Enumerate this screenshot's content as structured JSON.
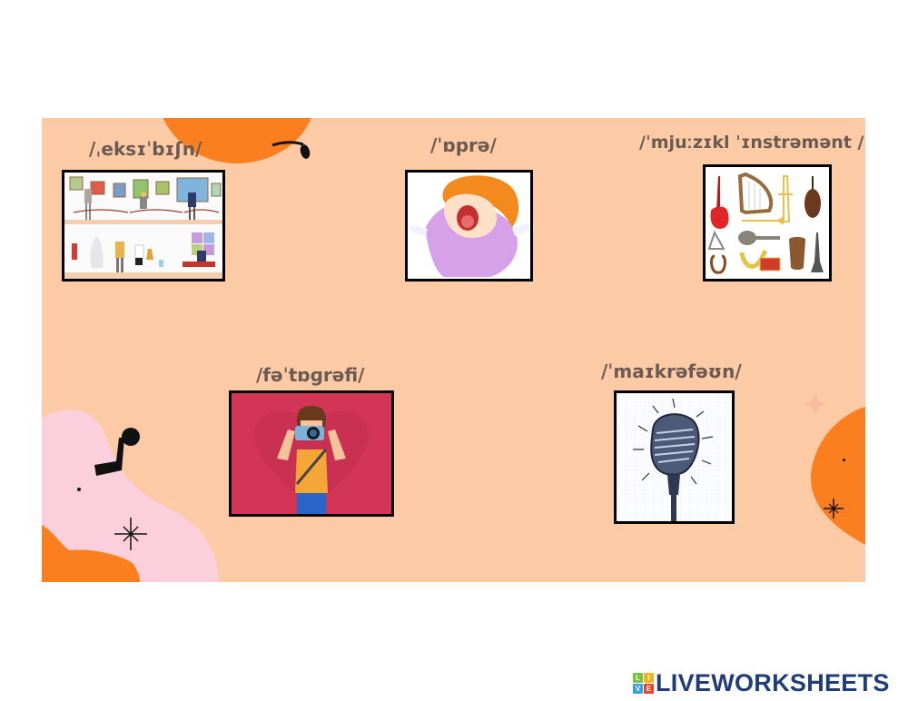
{
  "worksheet": {
    "background_color": "#fccaa5",
    "accent_orange": "#fb7f1f",
    "accent_pink": "#fbd0dc",
    "label_color": "#6b5a52",
    "items": [
      {
        "id": "exhibition",
        "phonetic": "/ˌeksɪˈbɪʃn/",
        "image": "art-gallery-exhibition-illustration"
      },
      {
        "id": "opera",
        "phonetic": "/ˈɒprə/",
        "image": "opera-singer-illustration"
      },
      {
        "id": "musical-instrument",
        "phonetic": "/ˈmjuːzɪkl ˈɪnstrəmənt /",
        "image": "musical-instruments-illustration"
      },
      {
        "id": "photography",
        "phonetic": "/fəˈtɒɡrəfi/",
        "image": "photographer-illustration"
      },
      {
        "id": "microphone",
        "phonetic": "/ˈmaɪkrəfəʊn/",
        "image": "microphone-illustration"
      }
    ]
  },
  "branding": {
    "logo_letters": [
      "L",
      "I",
      "V",
      "E"
    ],
    "logo_letter_colors": [
      "#7cc242",
      "#f6b21b",
      "#3aa0dc",
      "#e8412c"
    ],
    "logo_text": "LIVEWORKSHEETS",
    "logo_color": "#1f3d7a"
  }
}
